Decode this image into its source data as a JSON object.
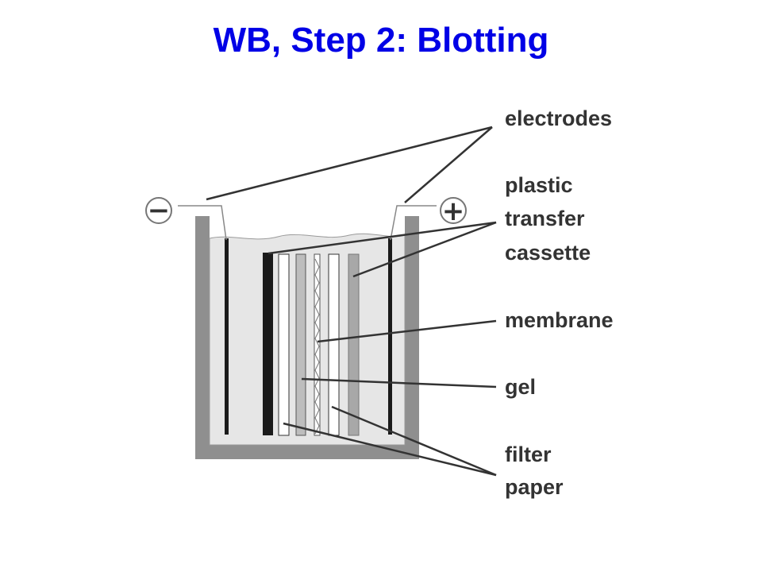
{
  "title": "WB, Step 2: Blotting",
  "diagram": {
    "terminals": {
      "negative": "−",
      "positive": "+"
    },
    "labels": {
      "electrodes": "electrodes",
      "plastic": "plastic",
      "transfer": "transfer",
      "cassette": "cassette",
      "membrane": "membrane",
      "gel": "gel",
      "filter": "filter",
      "paper": "paper"
    },
    "colors": {
      "title": "#0000e6",
      "tank_wall": "#8f8f8f",
      "buffer": "#e6e6e6",
      "cassette": "#a8a8a8",
      "electrode": "#1a1a1a",
      "label_text": "#333333"
    }
  }
}
